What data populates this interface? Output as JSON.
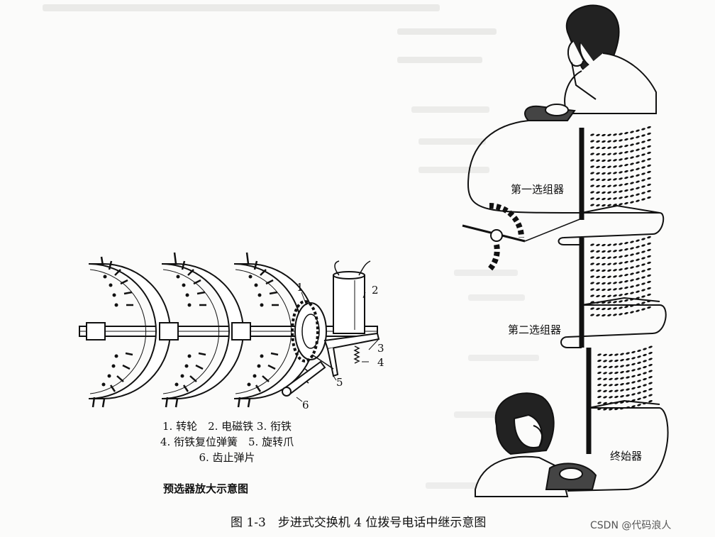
{
  "preselector": {
    "part_numbers": [
      "1",
      "2",
      "3",
      "4",
      "5",
      "6"
    ],
    "legend_lines": [
      "1. 转轮　2. 电磁铁 3. 衔铁",
      "4. 衔铁复位弹簧　5. 旋转爪",
      "6. 齿止弹片"
    ],
    "subtitle": "预选器放大示意图"
  },
  "relay": {
    "labels": {
      "first_selector": "第一选组器",
      "second_selector": "第二选组器",
      "final_selector": "终始器"
    }
  },
  "figure_caption": "图 1-3　步进式交换机 4 位拨号电话中继示意图",
  "watermark": "CSDN @代码浪人",
  "colors": {
    "ink": "#111111",
    "paper": "#fbfbfa",
    "bleed": "#d9d9d6"
  }
}
